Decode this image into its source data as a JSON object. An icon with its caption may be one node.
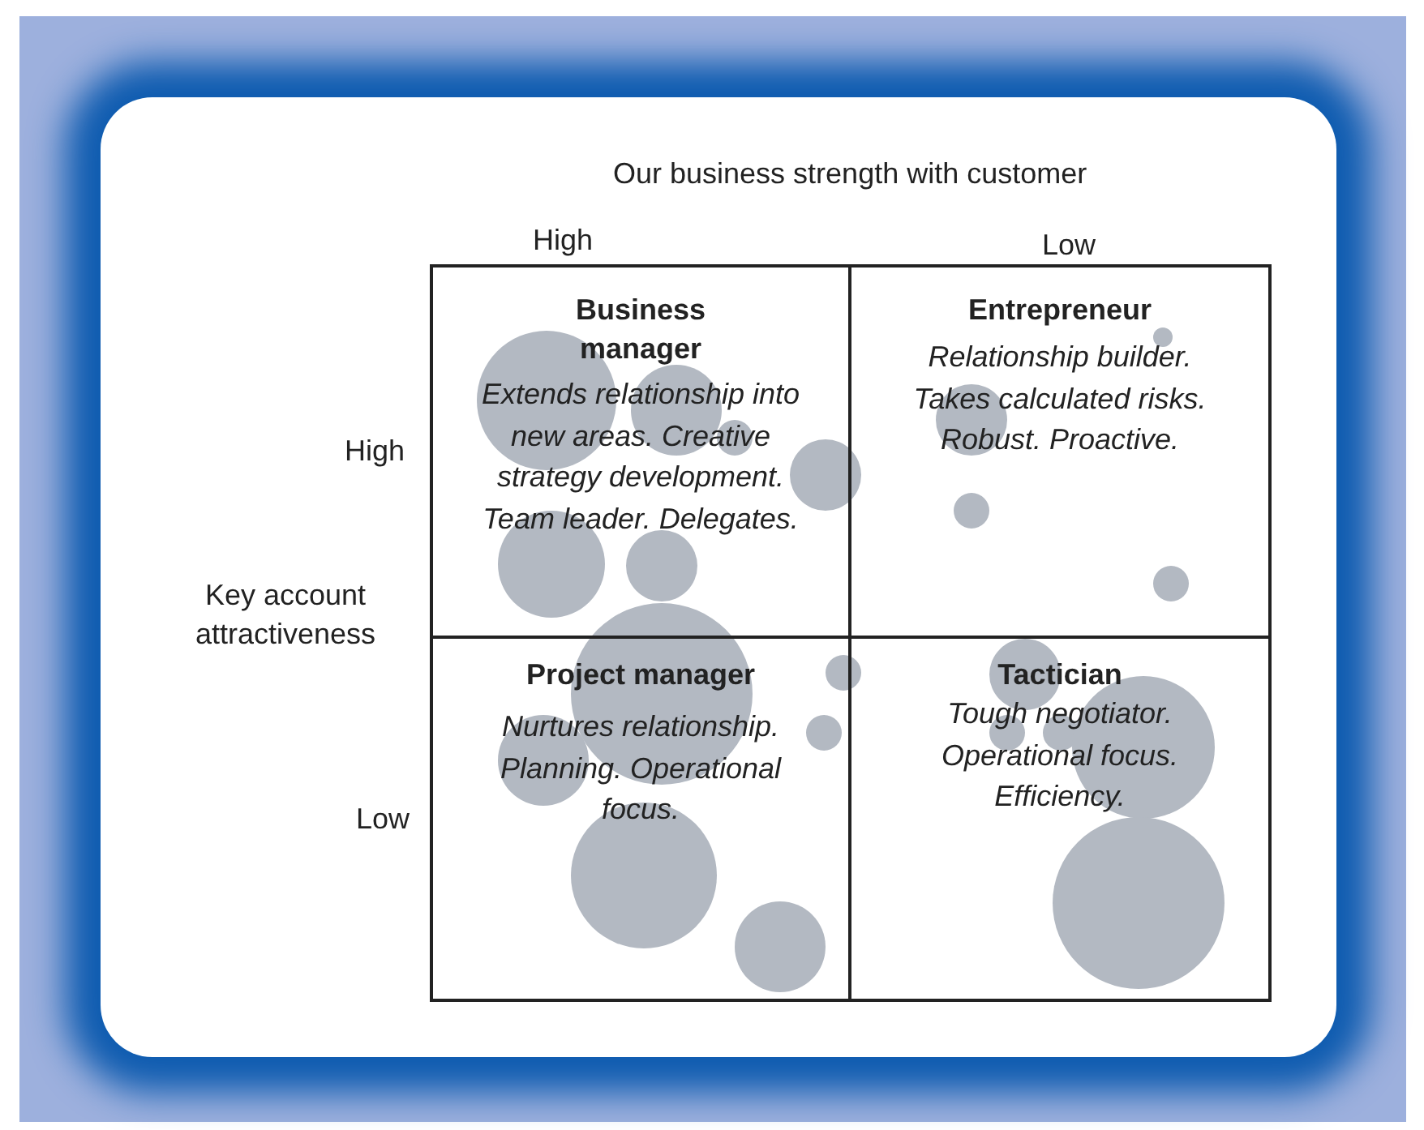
{
  "diagram": {
    "nodes": [
      {
        "text": [
          "Business manager",
          "Extends relationship into new areas. Creative strategy development. Team leader. Delegates."
        ]
      },
      {
        "text": [
          "Entrepreneur",
          "Relationship builder. Takes calculated risks. Robust. Proactive."
        ]
      },
      {
        "text": [
          "Project manager",
          "Nurtures relationship. Planning. Operational focus."
        ]
      },
      {
        "text": [
          "Tactician",
          "Tough negotiator. Operational focus. Efficiency."
        ]
      }
    ],
    "labels": [
      "Our business strength with customer",
      "High",
      "Low",
      "High",
      "Key account attractiveness",
      "Low"
    ]
  }
}
